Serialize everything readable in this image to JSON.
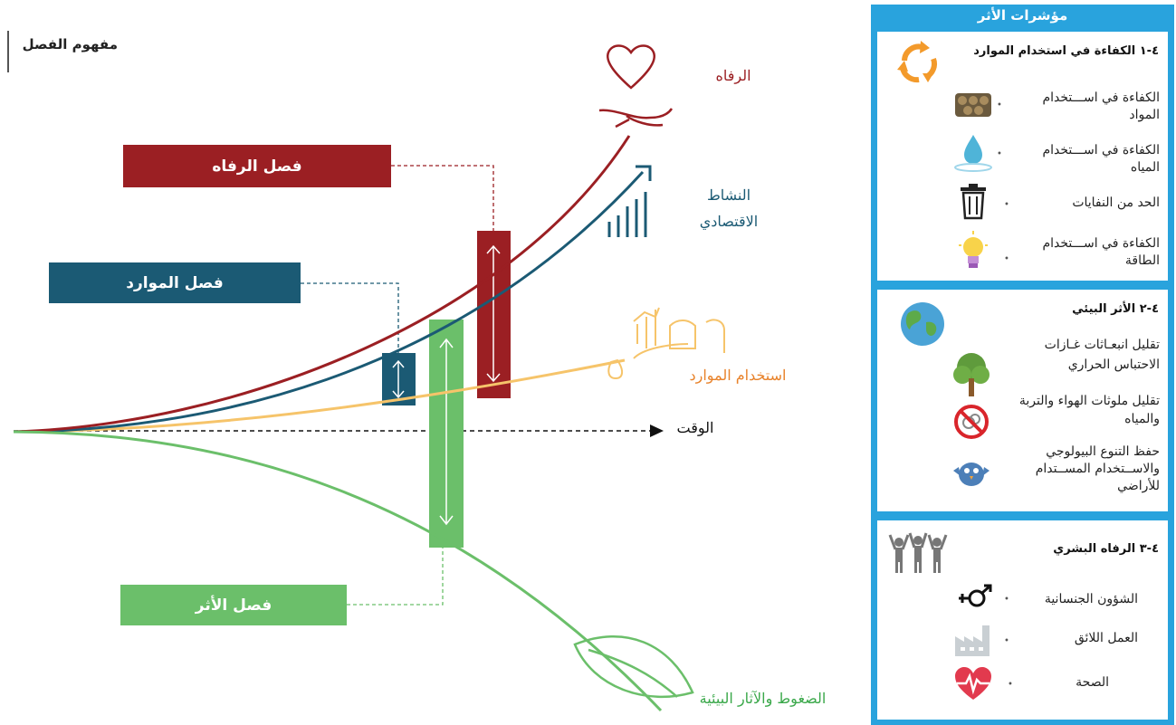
{
  "page_title": "مفهوم الفصل",
  "diagram": {
    "wellbeing_label": "الرفاه",
    "economic_activity_label": "النشاط\nالاقتصادي",
    "resource_use_label": "استخدام الموارد",
    "time_label": "الوقت",
    "pressures_label": "الضغوط والآثار البيئية",
    "box_wellbeing": "فصل الرفاه",
    "box_resources": "فصل الموارد",
    "box_impact": "فصل الأثر",
    "colors": {
      "wellbeing": "#9b1f23",
      "economic": "#1b5a74",
      "resource": "#f6c46a",
      "pressure": "#6bbf6a",
      "resource_label": "#e8822a",
      "pressure_label": "#3aa84a"
    }
  },
  "panel": {
    "header": "مؤشرات الأثر",
    "section1": {
      "title": "٤-١ الكفاءة في استخدام الموارد",
      "items": [
        "الكفاءة في اســـتخدام\nالمواد",
        "الكفاءة في اســـتخدام\nالمياه",
        "الحد من النفايات",
        "الكفاءة في اســـتخدام\nالطاقة"
      ],
      "icons": [
        "recycle-arrows-icon",
        "materials-logs-icon",
        "water-drop-icon",
        "trash-bin-icon",
        "light-bulb-icon"
      ]
    },
    "section2": {
      "title": "٤-٢ الأثر البيئي",
      "items": [
        "تقليل انبعـاثات غـازات\nالاحتباس الحراري",
        "تقليل ملوثات الهواء والتربة\nوالمياه",
        "حفظ التنوع البيولوجي\nوالاســتخدام المســتدام\nللأراضي"
      ],
      "icons": [
        "earth-globe-icon",
        "tree-icon",
        "no-pollution-icon",
        "bird-icon"
      ]
    },
    "section3": {
      "title": "٤-٣ الرفاه البشري",
      "items": [
        "الشؤون الجنسانية",
        "العمل اللائق",
        "الصحة"
      ],
      "icons": [
        "people-raising-hands-icon",
        "gender-symbol-icon",
        "factory-icon",
        "heartbeat-icon"
      ]
    }
  }
}
